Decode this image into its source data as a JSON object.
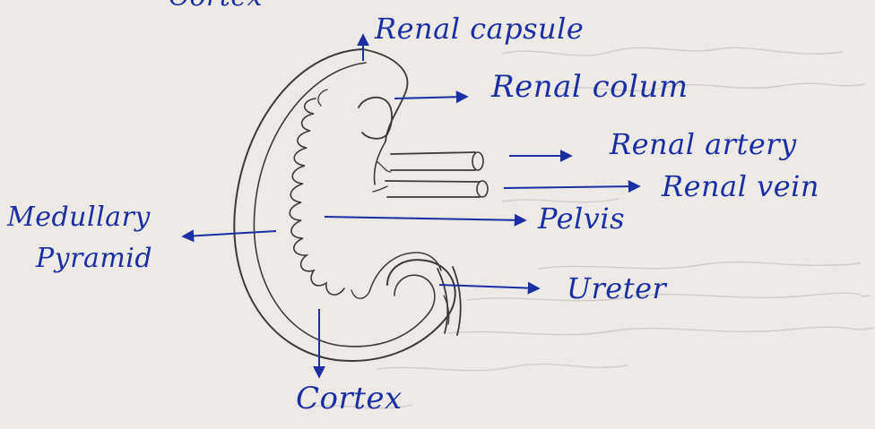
{
  "diagram": {
    "colors": {
      "paper": "#ece9e6",
      "ink_pencil": "#3a3a3a",
      "ink_pen": "#1b2fa3",
      "bleed_through": "#b9b4b0"
    },
    "top_fragment": "Cortex",
    "labels": {
      "renal_capsule": "Renal capsule",
      "renal_column": "Renal colum",
      "renal_artery": "Renal artery",
      "renal_vein": "Renal vein",
      "medullary_pyramid_line1": "Medullary",
      "medullary_pyramid_line2": "Pyramid",
      "pelvis": "Pelvis",
      "ureter": "Ureter",
      "cortex": "Cortex"
    }
  }
}
